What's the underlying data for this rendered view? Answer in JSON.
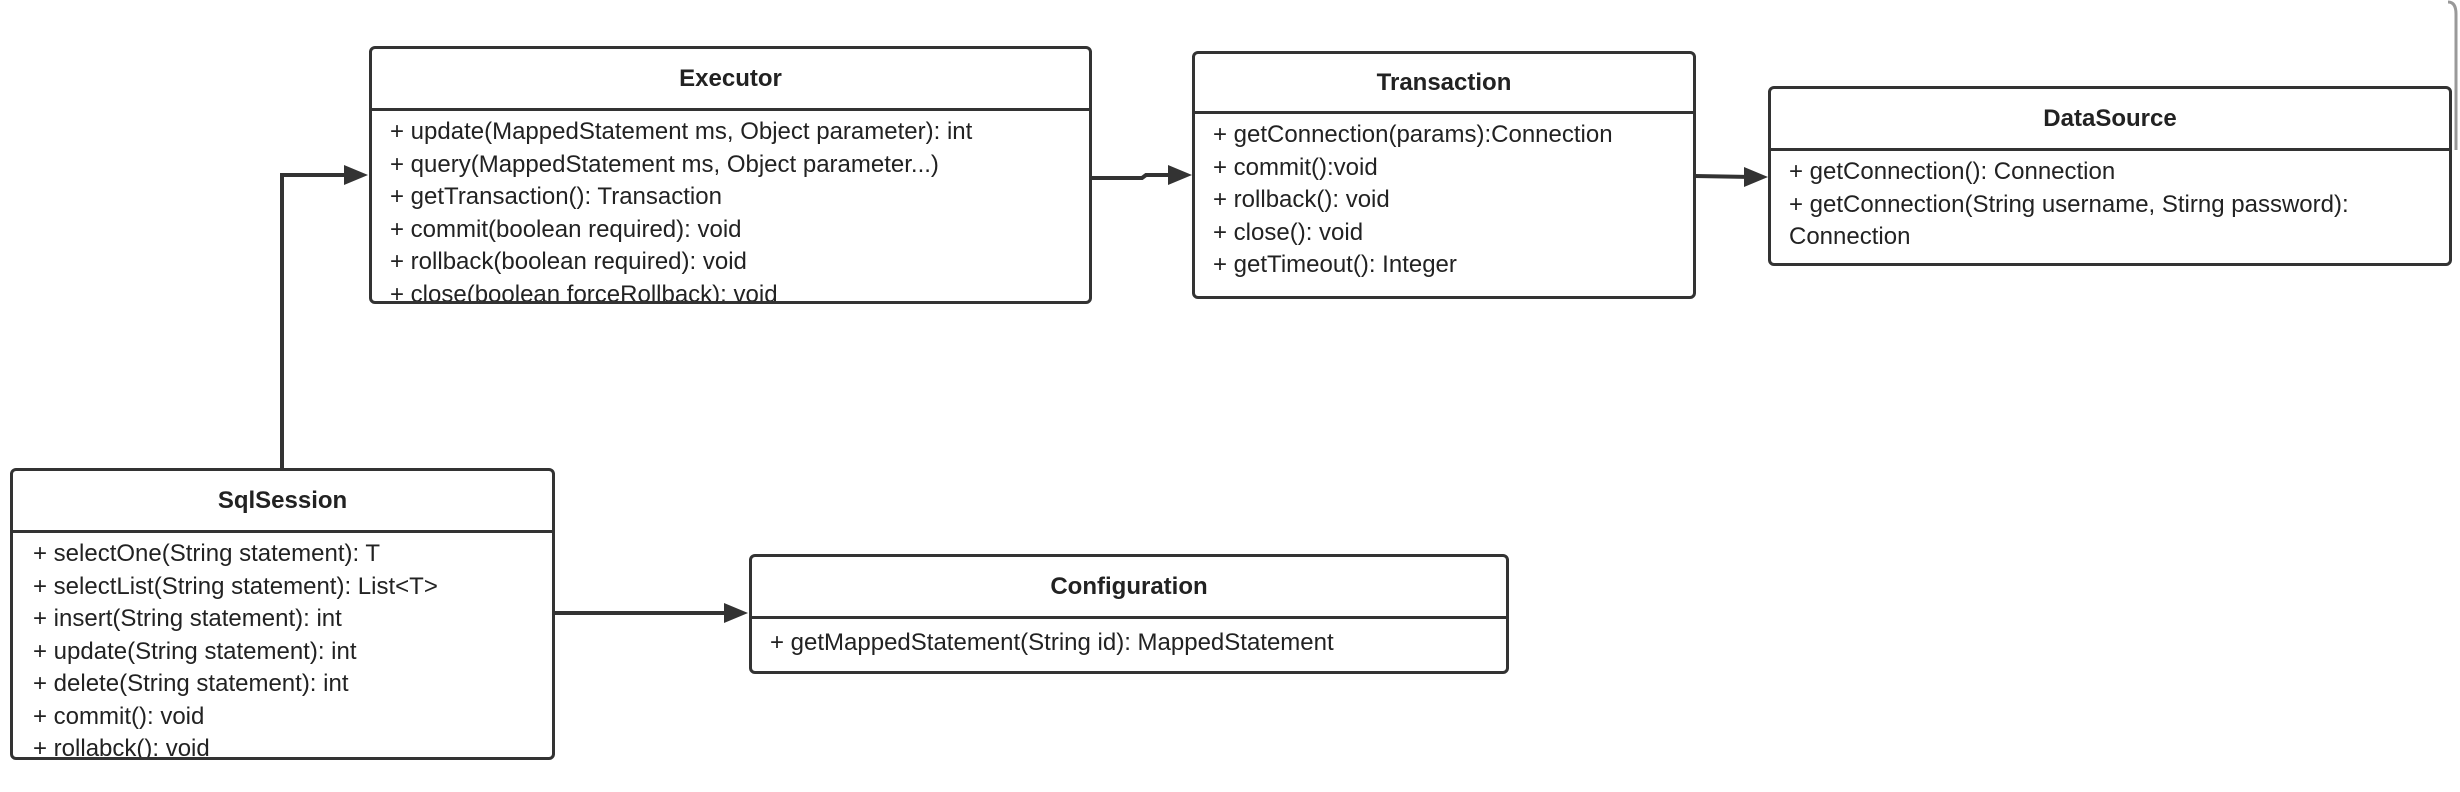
{
  "diagram": {
    "classes": {
      "executor": {
        "name": "Executor",
        "members": [
          "+ update(MappedStatement ms, Object parameter): int",
          "+ query(MappedStatement ms, Object parameter...)",
          "+ getTransaction(): Transaction",
          "+ commit(boolean required): void",
          "+ rollback(boolean required): void",
          "+ close(boolean forceRollback): void"
        ]
      },
      "transaction": {
        "name": "Transaction",
        "members": [
          "+ getConnection(params):Connection",
          "+ commit():void",
          "+ rollback(): void",
          "+ close(): void",
          "+ getTimeout(): Integer"
        ]
      },
      "datasource": {
        "name": "DataSource",
        "members": [
          "+ getConnection(): Connection",
          "+ getConnection(String username, Stirng password): Connection"
        ]
      },
      "sqlsession": {
        "name": "SqlSession",
        "members": [
          "+ selectOne(String statement): T",
          "+ selectList(String statement): List<T>",
          "+ insert(String statement): int",
          "+ update(String statement): int",
          "+ delete(String statement): int",
          "+ commit(): void",
          "+ rollabck(): void"
        ]
      },
      "configuration": {
        "name": "Configuration",
        "members": [
          "+ getMappedStatement(String id): MappedStatement"
        ]
      }
    },
    "relations": [
      {
        "from": "SqlSession",
        "to": "Executor"
      },
      {
        "from": "SqlSession",
        "to": "Configuration"
      },
      {
        "from": "Executor",
        "to": "Transaction"
      },
      {
        "from": "Transaction",
        "to": "DataSource"
      }
    ],
    "colors": {
      "stroke": "#333333",
      "text": "#222222",
      "background": "#ffffff"
    }
  }
}
